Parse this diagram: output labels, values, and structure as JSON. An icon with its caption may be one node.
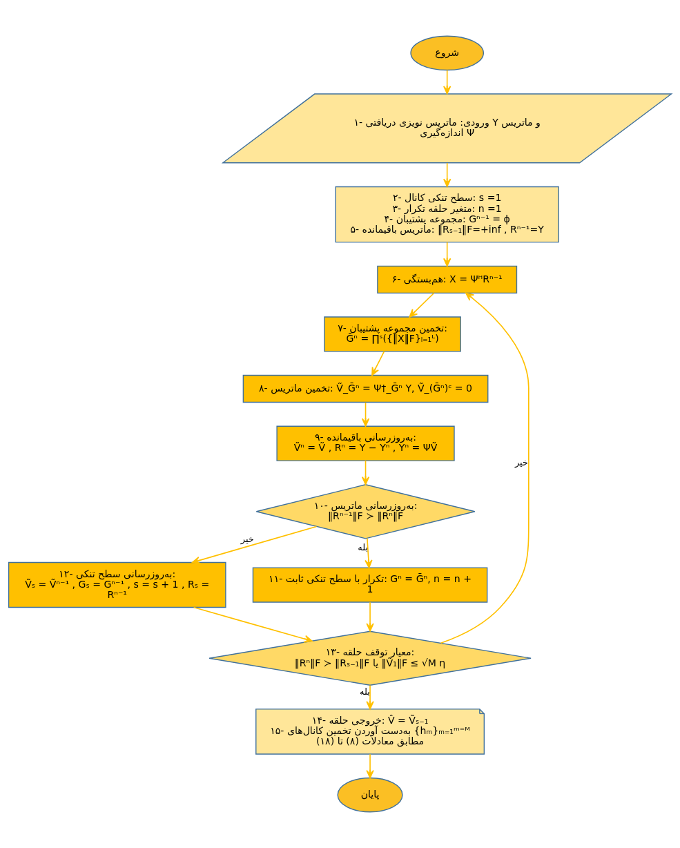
{
  "diagram": {
    "nodes": [
      {
        "text": [
          "شروع"
        ]
      },
      {
        "text": [
          "۱- ورودی: ماتریس نویزی دریافتی Y و ماتریس اندازه‌گیری Ψ"
        ]
      },
      {
        "text": [
          "۲- سطح تنکی کانال: s =1",
          "۳- متغیر حلقه تکرار: n =1",
          "۴- مجموعه پشتیبان: Gⁿ⁻¹ = ϕ",
          "۵- ماتریس باقیمانده: ‖Rₛ₋₁‖F=+inf , Rⁿ⁻¹=Y"
        ]
      },
      {
        "text": [
          "۶- هم‌بستگی: X = ΨᴴRⁿ⁻¹"
        ]
      },
      {
        "text": [
          "۷- تخمین مجموعه پشتیبان:",
          "Ḡⁿ = ∏ˢ({‖X‖F}ₗ₌₁ᴸ)"
        ]
      },
      {
        "text": [
          "۸- تخمین ماتریس: Ṽ_Ḡⁿ = Ψ†_Ḡⁿ Y, Ṽ_(Ḡⁿ)ᶜ = 0"
        ]
      },
      {
        "text": [
          "۹- به‌روزرسانی باقیمانده:",
          "Ṽⁿ = Ṽ , Rⁿ = Y − Yⁿ , Yⁿ = ΨṼ"
        ]
      },
      {
        "text": [
          "۱۰- به‌روزرسانی ماتریس:",
          "‖Rⁿ⁻¹‖F ≻ ‖Rⁿ‖F"
        ]
      },
      {
        "text": [
          "۱۲- به‌روزرسانی سطح تنکی:",
          "Ṽₛ = Ṽⁿ⁻¹ , Gₛ = Gⁿ⁻¹ , s = s + 1 , Rₛ = Rⁿ⁻¹"
        ]
      },
      {
        "text": [
          "۱۱- تکرار با سطح تنکی ثابت: Gⁿ = Ḡⁿ, n = n + 1"
        ]
      },
      {
        "text": [
          "۱۳- معیار توقف حلقه:",
          "‖Rⁿ‖F ≻ ‖Rₛ₋₁‖F یا ‖Ṽ₁‖F ≤ √M η"
        ]
      },
      {
        "text": [
          "۱۴- خروجی حلقه: V̂ = Ṽₛ₋₁",
          "۱۵- به‌دست آوردن تخمین کانال‌های {hₘ}ₘ₌₁ᵐ⁼ᴹ مطابق معادلات (۸) تا (۱۸)"
        ]
      },
      {
        "text": [
          "پایان"
        ]
      }
    ],
    "edges": [
      {
        "from": 0,
        "to": 1,
        "arrow": "to"
      },
      {
        "from": 1,
        "to": 2,
        "arrow": "to"
      },
      {
        "from": 2,
        "to": 3,
        "arrow": "to"
      },
      {
        "from": 3,
        "to": 4,
        "arrow": "to"
      },
      {
        "from": 4,
        "to": 5,
        "arrow": "to"
      },
      {
        "from": 5,
        "to": 6,
        "arrow": "to"
      },
      {
        "from": 6,
        "to": 7,
        "arrow": "to"
      },
      {
        "from": 7,
        "to": 8,
        "label": "خیر",
        "arrow": "to"
      },
      {
        "from": 7,
        "to": 9,
        "label": "بله",
        "arrow": "to"
      },
      {
        "from": 8,
        "to": 10,
        "arrow": "to"
      },
      {
        "from": 9,
        "to": 10,
        "arrow": "to"
      },
      {
        "from": 10,
        "to": 3,
        "label": "خیر",
        "arrow": "to"
      },
      {
        "from": 10,
        "to": 11,
        "label": "بله",
        "arrow": "to"
      },
      {
        "from": 11,
        "to": 12,
        "arrow": "to"
      }
    ]
  }
}
